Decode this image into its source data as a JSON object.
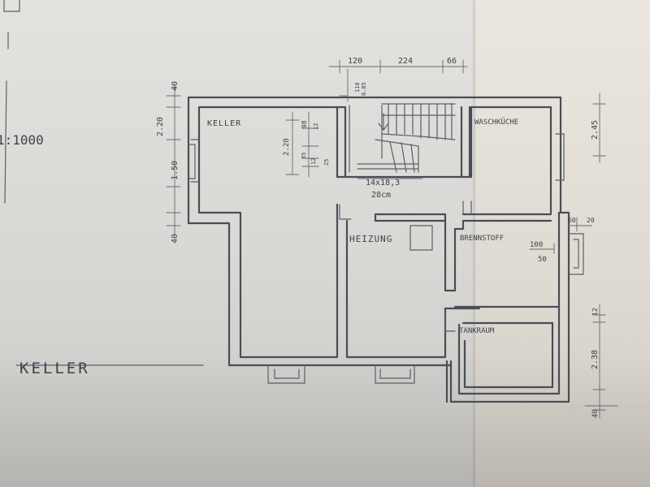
{
  "labels": {
    "scale": "1:1000",
    "plan_title": "KELLER",
    "room_keller": "KELLER",
    "room_waschkueche": "WASCHKÜCHE",
    "room_heizung": "HEIZUNG",
    "room_brennstoff": "BRENNSTOFF",
    "room_tankraum": "TANKRAUM",
    "stair_spec": "14x18,3",
    "stair_tread": "28cm"
  },
  "dimensions": {
    "top_120": "120",
    "top_224": "224",
    "top_66": "66",
    "stair_110": "110",
    "stair_085": "0.85",
    "left_40_top": "40",
    "left_220": "2.20",
    "left_150": "1.50",
    "left_40_bottom": "40",
    "keller_220": "2.20",
    "keller_98": "98",
    "keller_12": "12",
    "keller_35": "35",
    "keller_12b": "12",
    "keller_25": "25",
    "right_245": "2.45",
    "right_60": "60",
    "right_20": "20",
    "right_100": "100",
    "right_50": "50",
    "right_12": "12",
    "right_238": "2.38",
    "right_40": "40"
  }
}
